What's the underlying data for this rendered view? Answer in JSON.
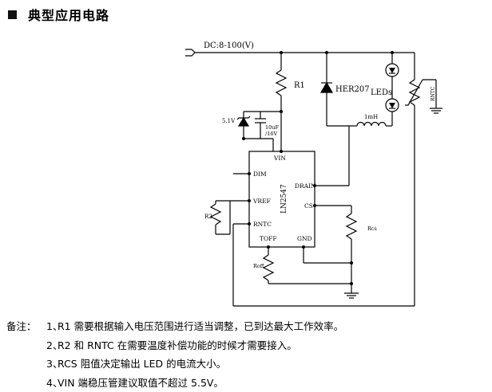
{
  "header": {
    "title": "典型应用电路"
  },
  "diagram": {
    "supply_label": "DC:8-100(V)",
    "r1_label": "R1",
    "diode_label": "HER207",
    "leds_label": "LEDs",
    "ntc_label": "RNTC",
    "zener_label": "5.1V",
    "cap_label_1": "10uF",
    "cap_label_2": "/16V",
    "inductor_label": "1mH",
    "ic_name": "LN2547",
    "pins": {
      "vin": "VIN",
      "dim": "DIM",
      "vref": "VREF",
      "rntc": "RNTC",
      "toff": "TOFF",
      "gnd": "GND",
      "drain": "DRAIN",
      "cs": "CS"
    },
    "r2_label": "R2",
    "rcs_label": "Rcs",
    "roff_label": "Roff"
  },
  "notes": {
    "label": "备注：",
    "items": [
      {
        "num": "1、",
        "text": "R1 需要根据输入电压范围进行适当调整，已到达最大工作效率。"
      },
      {
        "num": "2、",
        "text": "R2 和 RNTC 在需要温度补偿功能的时候才需要接入。"
      },
      {
        "num": "3、",
        "text": "RCS 阻值决定输出 LED 的电流大小。"
      },
      {
        "num": "4、",
        "text": "VIN 端稳压管建议取值不超过 5.5V。"
      }
    ]
  }
}
